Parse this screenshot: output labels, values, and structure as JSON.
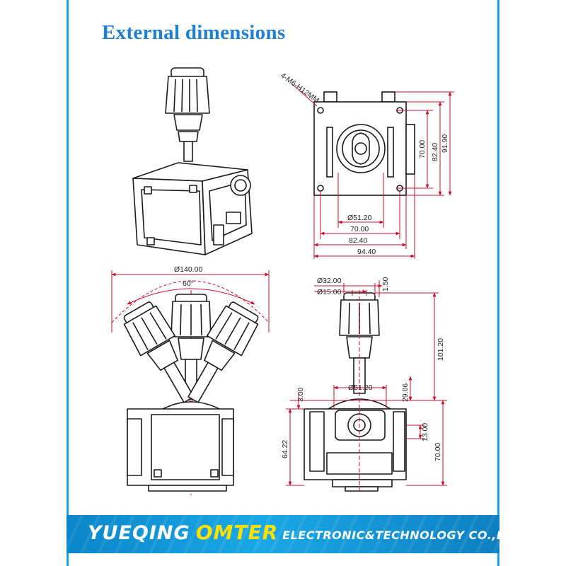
{
  "page": {
    "title": "External dimensions"
  },
  "colors": {
    "accent_blue": "#1f7fd1",
    "dimension_red": "#c8102e",
    "banner_blue": "#0a86c9",
    "banner_yellow": "#ffe100"
  },
  "top_view": {
    "hole_note": "4-M6-H12MM",
    "dims": {
      "d51": "Ø51.20",
      "w70": "70.00",
      "w82": "82.40",
      "w94": "94.40",
      "h70": "70.00",
      "h82": "82.40",
      "h91": "91.90"
    }
  },
  "swing_view": {
    "diameter": "Ø140.00",
    "angle": "60°"
  },
  "front_view": {
    "dims": {
      "d32": "Ø32.00",
      "d15": "Ø15.00",
      "t150": "1.50",
      "h101": "101.20",
      "d51": "Ø51.20",
      "t300": "3.00",
      "h2906": "29.06",
      "h6422": "64.22",
      "h13": "13.00",
      "h70": "70.00"
    }
  },
  "banner": {
    "part1": "YUEQING",
    "part2": "OMTER",
    "part3": "ELECTRONIC&TECHNOLOGY  CO.,LTD."
  }
}
